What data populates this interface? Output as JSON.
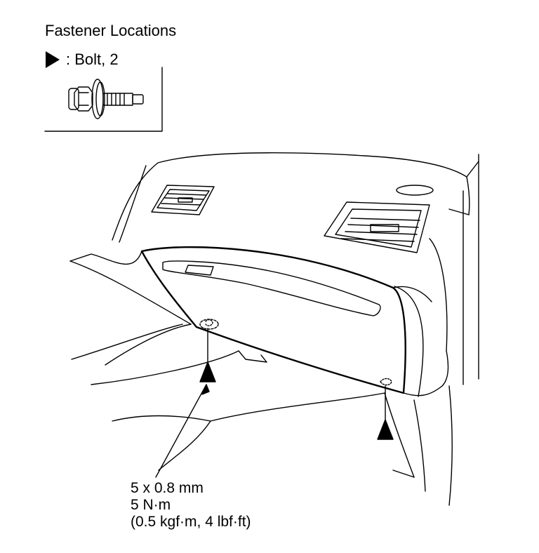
{
  "title": "Fastener Locations",
  "legend": {
    "symbol": "triangle-marker-icon",
    "label": ": Bolt, 2"
  },
  "spec": {
    "size": "5 x 0.8 mm",
    "torque_nm": "5 N·m",
    "torque_alt": "(0.5 kgf·m, 4 lbf·ft)"
  }
}
